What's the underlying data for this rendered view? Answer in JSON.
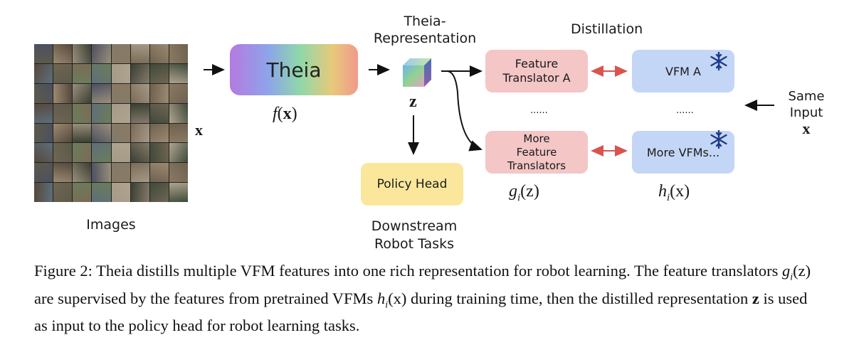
{
  "images": {
    "label": "Images",
    "input_symbol": "x",
    "tile_colors": [
      "#5d5a4a",
      "#8a7a62",
      "#3f4a3a",
      "#7a6b55",
      "#a59a88",
      "#4b5060",
      "#6c7d5a",
      "#9c8a70",
      "#55483d",
      "#b0a48f",
      "#6f6150",
      "#3a3f33",
      "#847a6a",
      "#5e6e7a",
      "#9a8f7b",
      "#706553"
    ]
  },
  "theia": {
    "label": "Theia",
    "func": "f(x)"
  },
  "representation": {
    "title_line1": "Theia-",
    "title_line2": "Representation",
    "symbol": "z"
  },
  "policy": {
    "label": "Policy Head",
    "caption_line1": "Downstream",
    "caption_line2": "Robot Tasks"
  },
  "distillation": {
    "title": "Distillation",
    "translator_a_line1": "Feature",
    "translator_a_line2": "Translator A",
    "vfm_a": "VFM A",
    "dots_left": "......",
    "dots_right": "......",
    "more_translators_line1": "More",
    "more_translators_line2": "Feature",
    "more_translators_line3": "Translators",
    "more_vfms": "More VFMs...",
    "g_label": "g",
    "g_sub": "i",
    "g_arg": "(z)",
    "h_label": "h",
    "h_sub": "i",
    "h_arg": "(x)"
  },
  "same_input": {
    "line1": "Same",
    "line2": "Input",
    "symbol": "x"
  },
  "caption": {
    "p1": "Figure 2: Theia distills multiple VFM features into one rich representation for robot learning. The feature translators ",
    "g": "g",
    "g_sub": "i",
    "g_arg": "(z)",
    "p2": " are supervised by the features from pretrained VFMs ",
    "h": "h",
    "h_sub": "i",
    "h_arg": "(x)",
    "p3": " during training time, then the distilled representation ",
    "z": "z",
    "p4": " is used as input to the policy head for robot learning tasks."
  },
  "colors": {
    "translator": "#f4c6c6",
    "vfm": "#c4d6f5",
    "policy": "#fbe79c",
    "arrow_red": "#d9534f",
    "snowflake": "#1f3a8a"
  },
  "icons": [
    "snowflake-icon",
    "cube-icon",
    "arrow-icon"
  ]
}
